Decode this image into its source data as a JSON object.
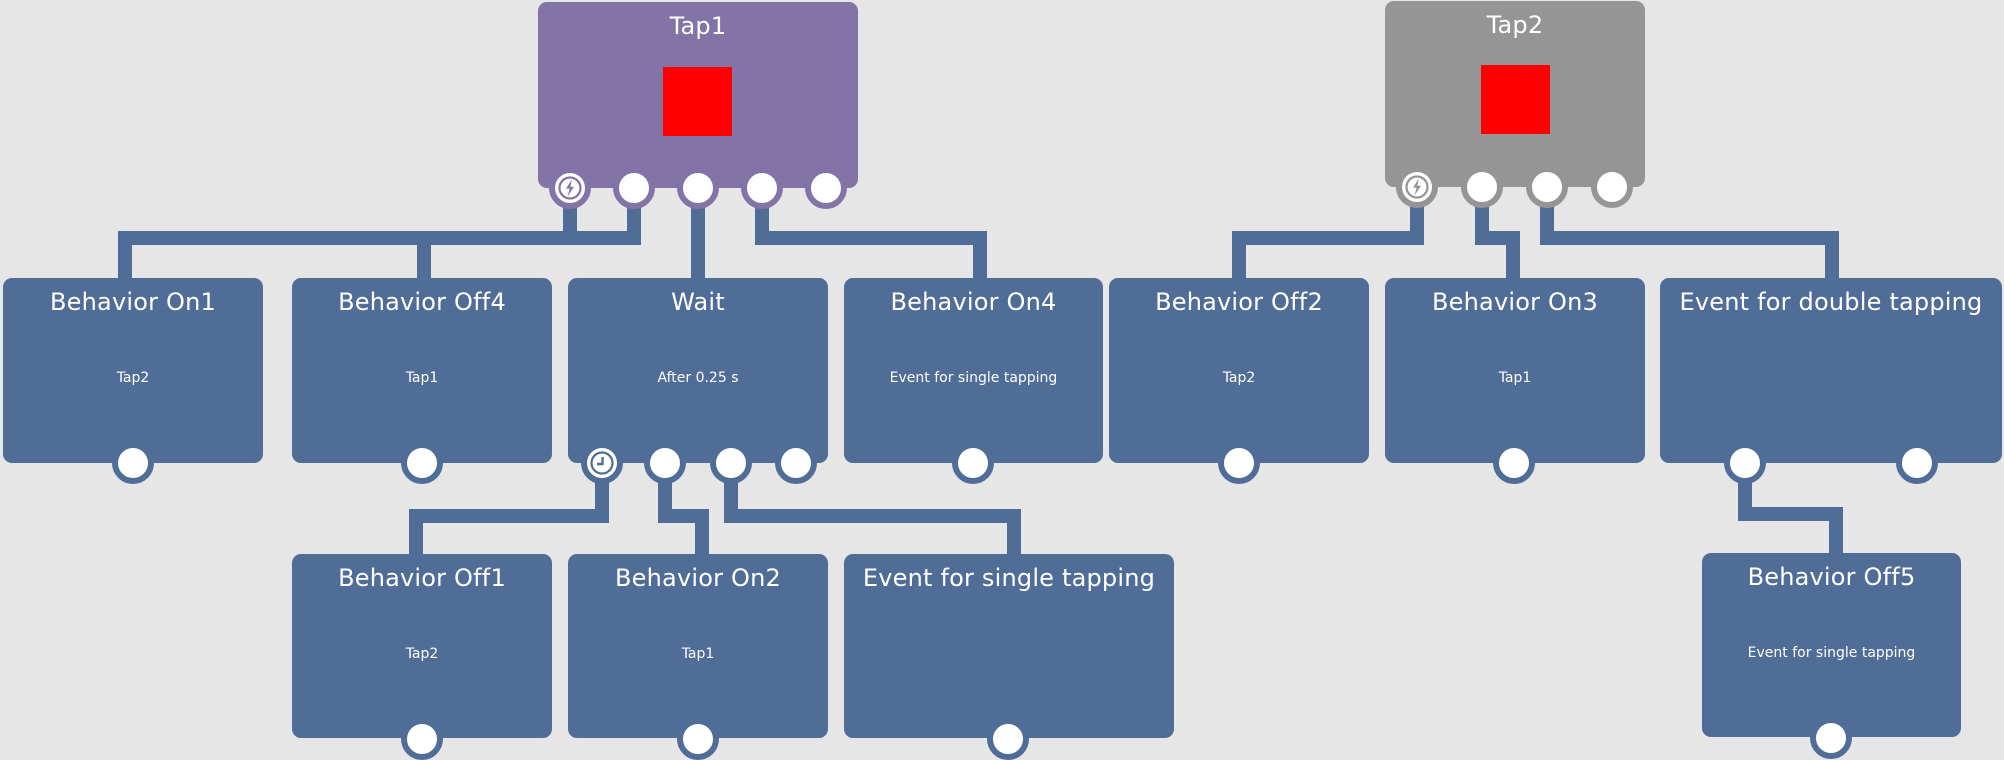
{
  "colors": {
    "background": "#e6e6e6",
    "behavior_node": "#506d98",
    "trigger_tap1": "#8274a7",
    "trigger_tap2": "#959595",
    "swatch": "#ff0000",
    "wire": "#506d98",
    "port_fill": "#ffffff"
  },
  "nodes": {
    "tap1": {
      "title": "Tap1",
      "icon": "lightning-icon"
    },
    "tap2": {
      "title": "Tap2",
      "icon": "lightning-icon"
    },
    "behavior_on1": {
      "title": "Behavior On1",
      "target": "Tap2"
    },
    "behavior_off4": {
      "title": "Behavior Off4",
      "target": "Tap1"
    },
    "wait": {
      "title": "Wait",
      "detail": "After 0.25 s",
      "icon": "clock-icon"
    },
    "behavior_on4": {
      "title": "Behavior On4",
      "target": "Event for single tapping"
    },
    "behavior_off2": {
      "title": "Behavior Off2",
      "target": "Tap2"
    },
    "behavior_on3": {
      "title": "Behavior On3",
      "target": "Tap1"
    },
    "event_double": {
      "title": "Event for double tapping"
    },
    "behavior_off1": {
      "title": "Behavior Off1",
      "target": "Tap2"
    },
    "behavior_on2": {
      "title": "Behavior On2",
      "target": "Tap1"
    },
    "event_single": {
      "title": "Event for single tapping"
    },
    "behavior_off5": {
      "title": "Behavior Off5",
      "target": "Event for single tapping"
    }
  }
}
